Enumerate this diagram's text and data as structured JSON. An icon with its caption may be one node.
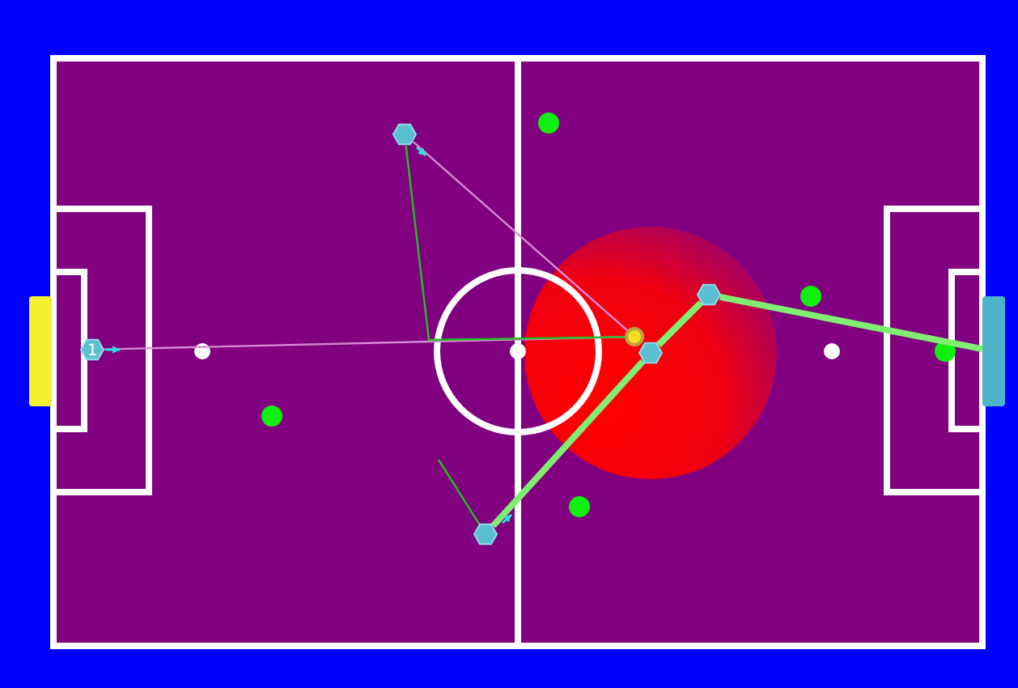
{
  "diagram": {
    "nodes": [
      {
        "text": [
          "1"
        ]
      },
      {
        "text": [],
        "shape": "hexagon"
      },
      {
        "text": [],
        "shape": "circle"
      },
      {
        "text": [],
        "shape": "hexagon"
      },
      {
        "text": [],
        "shape": "hexagon"
      },
      {
        "text": [],
        "shape": "hexagon"
      },
      {
        "text": [],
        "shape": "bar"
      }
    ],
    "edges": [
      {
        "from": 0,
        "to": 2,
        "arrow": "none",
        "color": "#d58ad5"
      },
      {
        "from": 1,
        "to": 2,
        "arrow": "none",
        "color": "#d58ad5"
      },
      {
        "from": 5,
        "to": 3,
        "arrow": "none",
        "style": "thick"
      },
      {
        "from": 3,
        "to": 4,
        "arrow": "none",
        "style": "thick"
      },
      {
        "from": 4,
        "to": 6,
        "arrow": "none",
        "style": "thick"
      },
      {
        "from": 1,
        "to": 2,
        "arrow": "none",
        "color": "#20c020"
      },
      {
        "from": 5,
        "to": null,
        "arrow": "none",
        "color": "#20c020"
      }
    ]
  }
}
